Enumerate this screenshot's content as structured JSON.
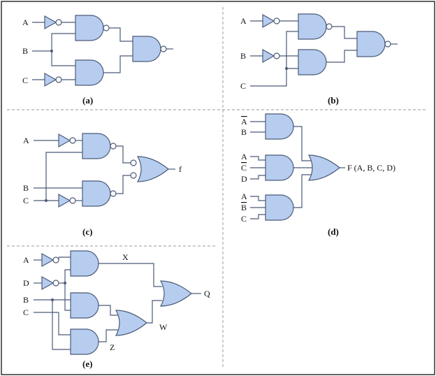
{
  "panels": {
    "a": {
      "caption": "(a)",
      "inputs": [
        "A",
        "B",
        "C"
      ]
    },
    "b": {
      "caption": "(b)",
      "inputs": [
        "A",
        "B",
        "C"
      ]
    },
    "c": {
      "caption": "(c)",
      "inputs": [
        "A",
        "B",
        "C"
      ],
      "output": "f"
    },
    "d": {
      "caption": "(d)",
      "inputs": [
        "A",
        "B",
        "A",
        "C",
        "D",
        "A",
        "B",
        "C"
      ],
      "overlined": [
        true,
        false,
        false,
        true,
        false,
        false,
        true,
        false
      ],
      "output": "F (A, B, C, D)"
    },
    "e": {
      "caption": "(e)",
      "inputs": [
        "A",
        "D",
        "B",
        "C"
      ],
      "nodes": [
        "X",
        "W",
        "Z"
      ],
      "output": "Q"
    }
  },
  "colors": {
    "gate_fill": "#b7cdef",
    "wire": "#4a5a78",
    "frame": "#222222"
  }
}
